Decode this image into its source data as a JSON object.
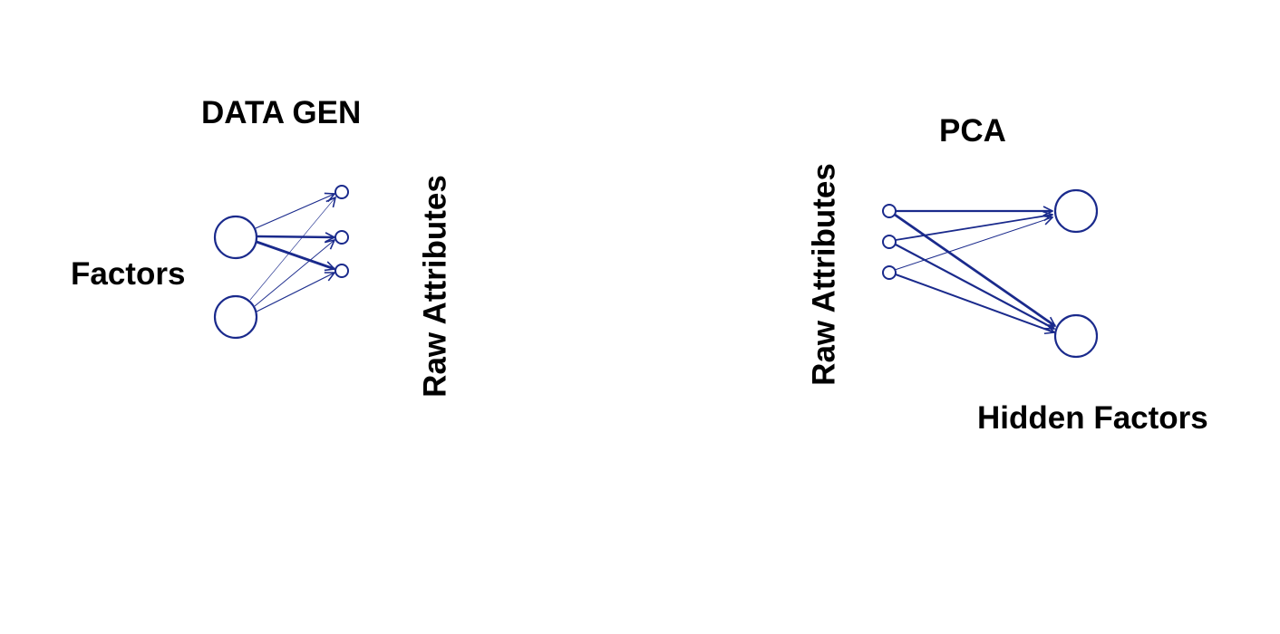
{
  "left_panel": {
    "title": "DATA GEN",
    "factors_label": "Factors",
    "raw_attributes_label": "Raw Attributes",
    "factor_nodes": [
      "factor-1",
      "factor-2"
    ],
    "attribute_nodes": [
      "attribute-1",
      "attribute-2",
      "attribute-3"
    ]
  },
  "right_panel": {
    "title": "PCA",
    "raw_attributes_label": "Raw Attributes",
    "hidden_factors_label": "Hidden Factors",
    "attribute_nodes": [
      "attribute-1",
      "attribute-2",
      "attribute-3"
    ],
    "hidden_nodes": [
      "hidden-factor-1",
      "hidden-factor-2"
    ]
  },
  "colors": {
    "node_stroke": "#1a2a8c",
    "edge": "#1a2a8c",
    "text": "#000000",
    "background": "#ffffff"
  }
}
